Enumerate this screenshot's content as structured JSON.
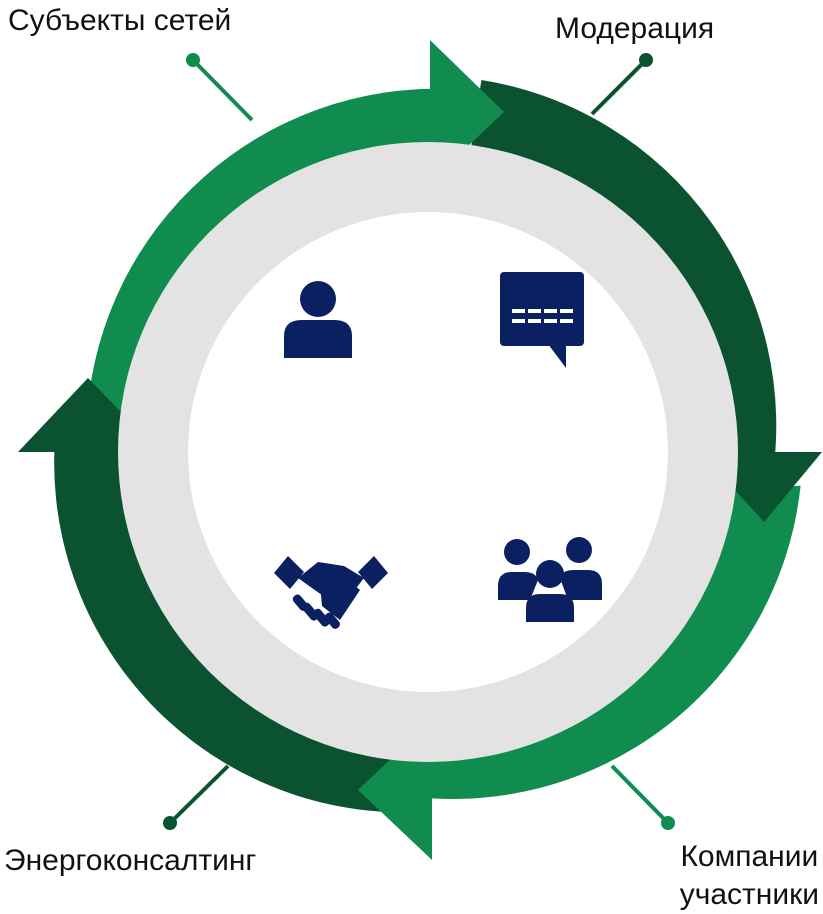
{
  "labels": {
    "top_left": "Субъекты сетей",
    "top_right": "Модерация",
    "bottom_left": "Энергоконсалтинг",
    "bottom_right_line1": "Компании",
    "bottom_right_line2": "участники"
  },
  "icons": {
    "top_left": "person-icon",
    "top_right": "chat-message-icon",
    "bottom_left": "handshake-icon",
    "bottom_right": "group-icon"
  },
  "colors": {
    "light_green": "#118c4f",
    "dark_green": "#0b5230",
    "inner_ring": "#e3e3e3",
    "center": "#ffffff",
    "icon": "#0a2060"
  }
}
